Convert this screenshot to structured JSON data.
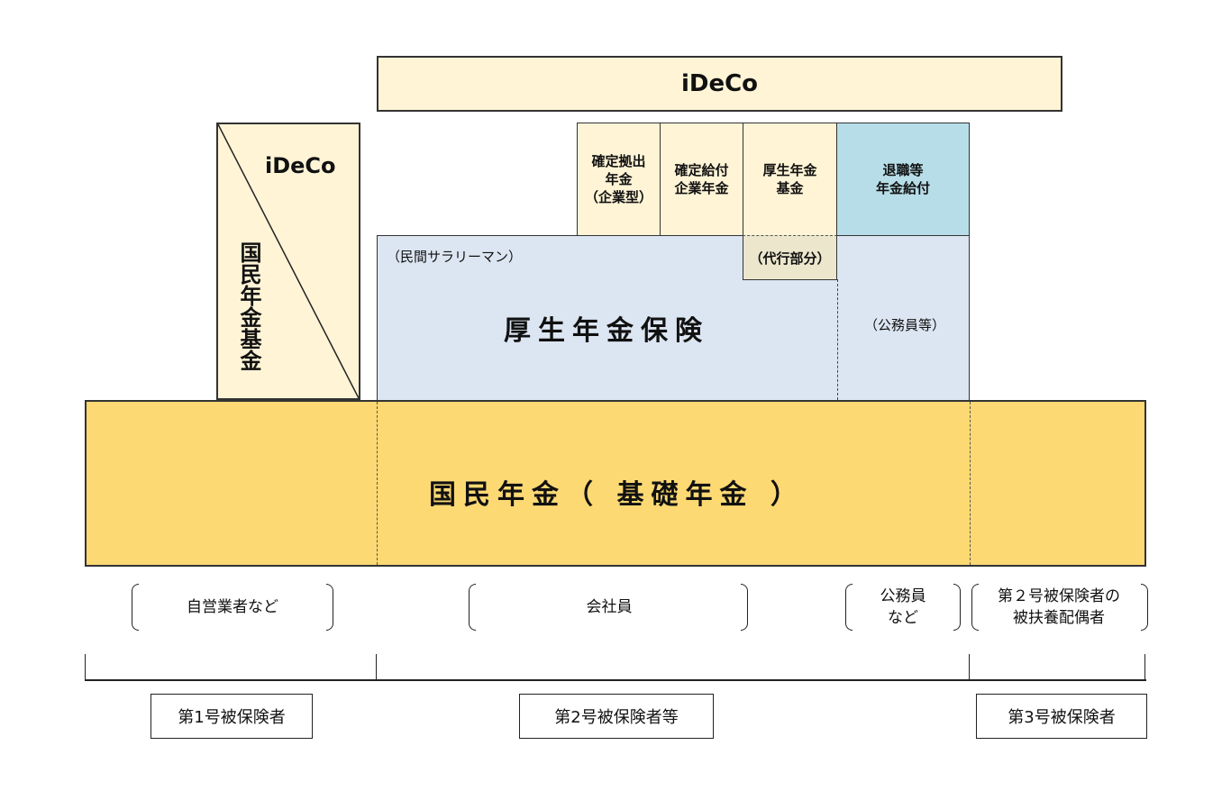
{
  "diagram": {
    "tier3_top": {
      "label": "iDeCo"
    },
    "national_pension_fund_box": {
      "ideco_label": "iDeCo",
      "fund_label": "国民年金基金"
    },
    "corporate_pensions": [
      {
        "label": "確定拠出\n年金\n（企業型）"
      },
      {
        "label": "確定給付\n企業年金"
      },
      {
        "label": "厚生年金\n基金"
      }
    ],
    "retirement_benefit": {
      "label": "退職等\n年金給付"
    },
    "employees_pension": {
      "sub_label": "（民間サラリーマン）",
      "title": "厚生年金保険",
      "substitution_label": "（代行部分）",
      "public_servant_label": "（公務員等）"
    },
    "national_pension": {
      "title": "国民年金（ 基礎年金 ）"
    },
    "groups": [
      {
        "label": "自営業者など"
      },
      {
        "label": "会社員"
      },
      {
        "label": "公務員\nなど"
      },
      {
        "label": "第２号被保険者の\n被扶養配偶者"
      }
    ],
    "categories": [
      {
        "label": "第1号被保険者"
      },
      {
        "label": "第2号被保険者等"
      },
      {
        "label": "第3号被保険者"
      }
    ],
    "colors": {
      "cream": "#fff4d6",
      "blue": "#dce6f2",
      "teal": "#b7dde8",
      "tan": "#ece6cd",
      "gold": "#fdd974"
    }
  }
}
